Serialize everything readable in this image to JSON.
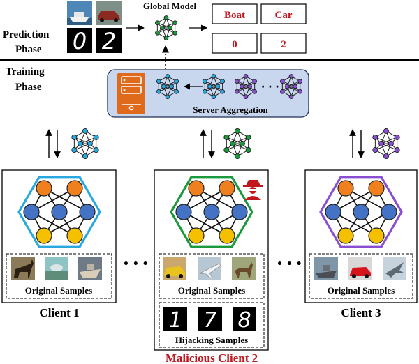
{
  "prediction": {
    "phase_label_1": "Prediction",
    "phase_label_2": "Phase",
    "global_model_label": "Global Model",
    "outputs": [
      "Boat",
      "Car",
      "0",
      "2"
    ],
    "digits": [
      "0",
      "2"
    ]
  },
  "training": {
    "phase_label_1": "Training",
    "phase_label_2": "Phase",
    "server_label": "Server Aggregation",
    "ellipsis": "· · ·"
  },
  "clients": [
    {
      "name": "Client 1",
      "color": "#29a8e0",
      "samples_label": "Original  Samples"
    },
    {
      "name": "Malicious Client 2",
      "color": "#1a9a3c",
      "samples_label": "Original  Samples",
      "hijack_label": "Hijacking  Samples",
      "hijack_digits": [
        "1",
        "7",
        "8"
      ]
    },
    {
      "name": "Client 3",
      "color": "#8a4fd0",
      "samples_label": "Original  Samples"
    }
  ],
  "between_clients": "• • •",
  "colors": {
    "output_text": "#c0161c",
    "malicious_text": "#c0161c",
    "server_box": "#c8d6ee",
    "server_icon": "#e06a1c",
    "node_orange": "#f07f1e",
    "node_blue": "#4472c4",
    "node_yellow": "#f5c000"
  }
}
